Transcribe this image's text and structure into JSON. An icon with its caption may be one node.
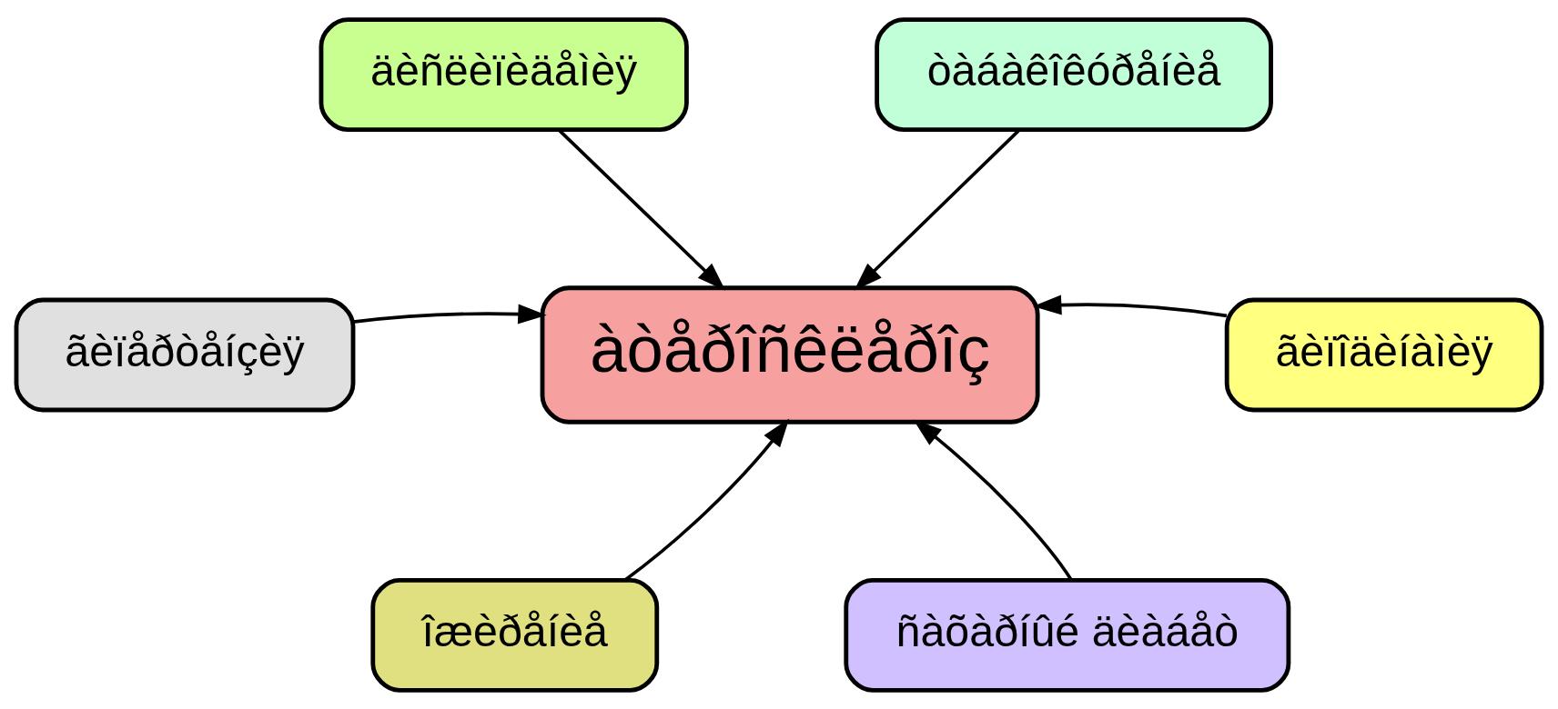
{
  "diagram": {
    "nodes": [
      {
        "text": [
          "äèñëèïèäåìèÿ"
        ]
      },
      {
        "text": [
          "òàáàêîêóðåíèå"
        ]
      },
      {
        "text": [
          "ãèïåðòåíçèÿ"
        ]
      },
      {
        "text": [
          "àòåðîñêëåðîç"
        ]
      },
      {
        "text": [
          "ãèïîäèíàìèÿ"
        ]
      },
      {
        "text": [
          "îæèðåíèå"
        ]
      },
      {
        "text": [
          "ñàõàðíûé äèàáåò"
        ]
      }
    ],
    "edges": [
      {
        "from": 0,
        "to": 3,
        "arrow": "to"
      },
      {
        "from": 1,
        "to": 3,
        "arrow": "to"
      },
      {
        "from": 2,
        "to": 3,
        "arrow": "to"
      },
      {
        "from": 4,
        "to": 3,
        "arrow": "to"
      },
      {
        "from": 5,
        "to": 3,
        "arrow": "to"
      },
      {
        "from": 6,
        "to": 3,
        "arrow": "to"
      }
    ]
  }
}
